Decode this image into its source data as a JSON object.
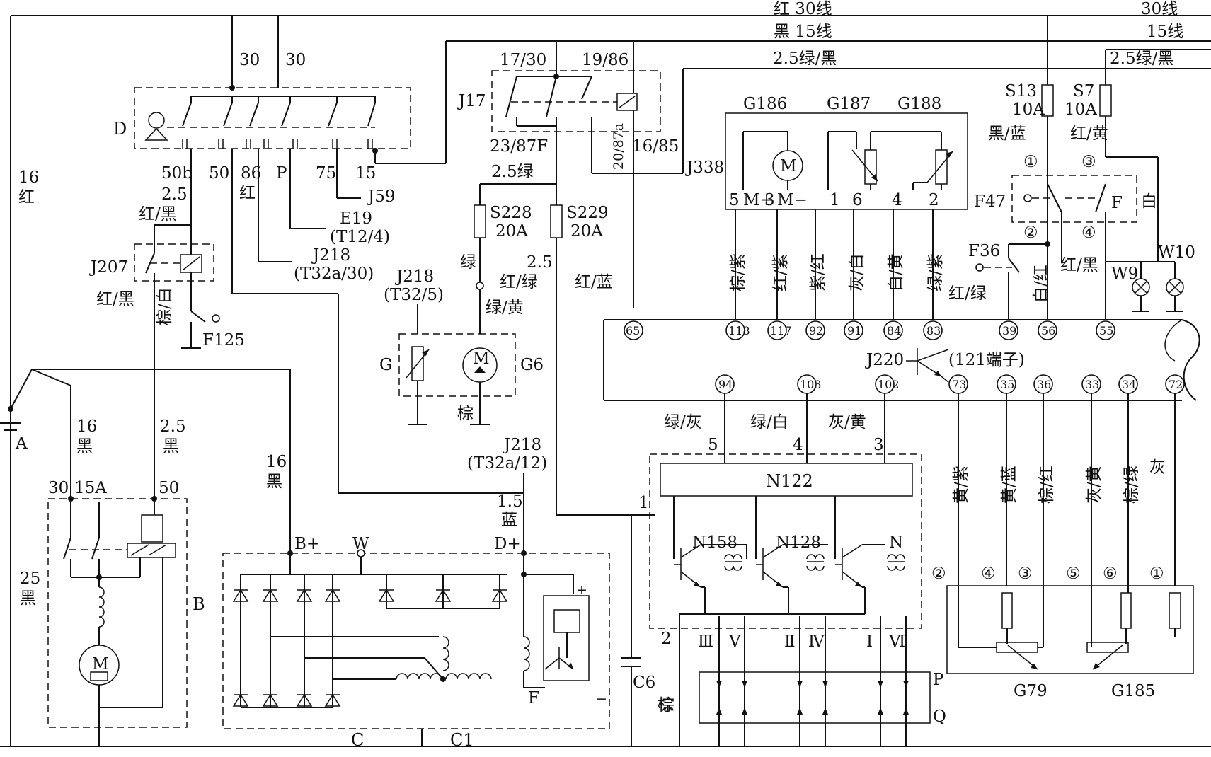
{
  "buses": {
    "line30": "红 30线",
    "line30_right": "30线",
    "line15": "黑 15线",
    "line15_right": "15线",
    "line_gb": "2.5绿/黑",
    "line_gb_right": "2.5绿/黑"
  },
  "ignition_switch": {
    "name": "D",
    "top_labels": [
      "30",
      "30"
    ],
    "terminals": [
      "50b",
      "50",
      "86",
      "P",
      "75",
      "15"
    ],
    "t86_color": "红",
    "j59": "J59",
    "e19": [
      "E19",
      "(T12/4)"
    ],
    "j218a": [
      "J218",
      "(T32a/30)"
    ]
  },
  "left_wiring": {
    "w16_gauge": "16",
    "w16_color": "红",
    "j207": "J207",
    "j207_in": [
      "2.5",
      "红/黑"
    ],
    "j207_out": "红/黑",
    "j207_mid": "棕/白",
    "f125": "F125",
    "battery": "A",
    "bat_left": [
      "16",
      "黑"
    ],
    "bat_right": [
      "2.5",
      "黑"
    ],
    "w25": [
      "25",
      "黑"
    ],
    "w16b": [
      "16",
      "黑"
    ]
  },
  "starter": {
    "name": "B",
    "terminals": [
      "30",
      "15A",
      "50"
    ],
    "motor": "M"
  },
  "relay_j17": {
    "name": "J17",
    "top_terms": [
      "17/30",
      "19/86"
    ],
    "bot_terms": [
      "23/87F",
      "16/85"
    ],
    "mid_term": "20/87a",
    "j338": "J338",
    "out_wire": "2.5绿"
  },
  "fuses_left": [
    {
      "name": "S228",
      "rating": "20A"
    },
    {
      "name": "S229",
      "rating": "20A"
    }
  ],
  "fuel_pump": {
    "sensor": "G",
    "pump": "G6",
    "motor": "M",
    "ground": "棕",
    "w_left": "绿",
    "w_right": [
      "2.5",
      "红/绿"
    ],
    "w_lower": "绿/黄",
    "w_red_blue": "红/蓝",
    "j218b": [
      "J218",
      "(T32/5)"
    ],
    "j218c": [
      "J218",
      "(T32a/12)"
    ],
    "w_d_plus": [
      "1.5",
      "蓝"
    ]
  },
  "alternator": {
    "name": "C",
    "c1": "C1",
    "terminals": [
      "B+",
      "W",
      "D+"
    ],
    "field": "F",
    "plus": "+",
    "minus": "−",
    "cap": "C6",
    "cap_wire": "棕"
  },
  "throttle_body": {
    "components": [
      "G186",
      "G187",
      "G188"
    ],
    "motor": "M",
    "pins": [
      "5",
      "M+",
      "3",
      "M−",
      "1",
      "6",
      "4",
      "2"
    ]
  },
  "fuses_right": [
    {
      "name": "S13",
      "rating": "10A",
      "wire": "黑/蓝"
    },
    {
      "name": "S7",
      "rating": "10A",
      "wire": "红/黄"
    }
  ],
  "brake_switch": {
    "name": "F47",
    "f": "F",
    "white": "白",
    "pin_labels": [
      "①",
      "③",
      "②",
      "④"
    ],
    "f36": "F36",
    "w_red_green": "红/绿",
    "w_white_red": "白/红",
    "w_red_black": "红/黑",
    "w9": "W9",
    "w10": "W10"
  },
  "ecu": {
    "name": "J220",
    "note": "(121端子)",
    "top_pins": [
      "65",
      "118",
      "117",
      "92",
      "91",
      "84",
      "83",
      "39",
      "56",
      "55"
    ],
    "bottom_pins": [
      "94",
      "103",
      "102",
      "73",
      "35",
      "36",
      "33",
      "34",
      "72"
    ]
  },
  "throttle_wires": [
    "棕/紫",
    "红/紫",
    "紫/红",
    "灰/白",
    "白/黄",
    "绿/紫"
  ],
  "ignition_module": {
    "name": "N122",
    "inputs": [
      {
        "wire": "绿/灰",
        "pin": "5"
      },
      {
        "wire": "绿/白",
        "pin": "4"
      },
      {
        "wire": "灰/黄",
        "pin": "3"
      }
    ],
    "pin1": "1",
    "pin2": "2",
    "coils": [
      "N158",
      "N128",
      "N"
    ],
    "outputs": [
      "Ⅲ",
      "Ⅴ",
      "Ⅱ",
      "Ⅳ",
      "Ⅰ",
      "Ⅵ"
    ],
    "plugs": [
      "P",
      "Q"
    ],
    "ground": "棕"
  },
  "pedal": {
    "wires": [
      "黄/紫",
      "黄/蓝",
      "棕/红",
      "灰/黄",
      "棕/绿",
      "灰"
    ],
    "pins": [
      "②",
      "④",
      "③",
      "⑤",
      "⑥",
      "①"
    ],
    "g79": "G79",
    "g185": "G185"
  }
}
